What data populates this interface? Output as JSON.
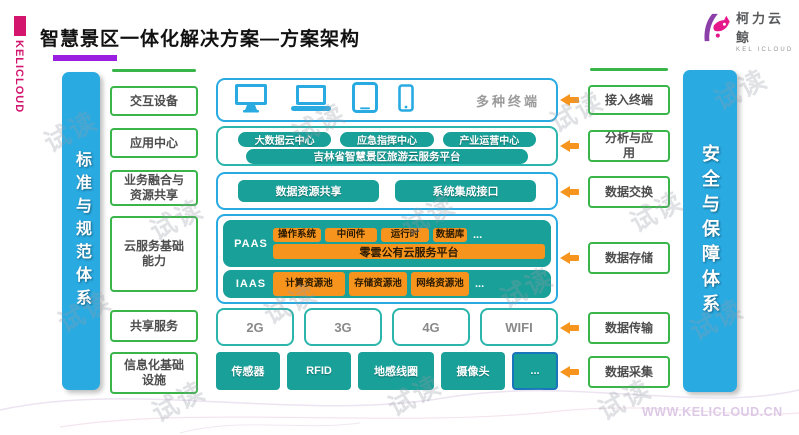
{
  "brand": {
    "vertical_text": "KELICLOUD",
    "logo_cn": "柯力云鲸",
    "logo_en": "KEL ICLOUD",
    "footer_url": "WWW.KELICLOUD.CN"
  },
  "title": "智慧景区一体化解决方案—方案架构",
  "watermark": "试读",
  "left_bar": "标准与规范体系",
  "right_bar": "安全与保障体系",
  "left_boxes": [
    "交互设备",
    "应用中心",
    "业务融合与资源共享",
    "云服务基础能力",
    "共享服务",
    "信息化基础设施"
  ],
  "right_boxes": [
    "接入终端",
    "分析与应用",
    "数据交换",
    "数据存储",
    "数据传输",
    "数据采集"
  ],
  "middle": {
    "terminals_label": "多种终端",
    "app_centers": [
      "大数据云中心",
      "应急指挥中心",
      "产业运营中心"
    ],
    "platform": "吉林省智慧景区旅游云服务平台",
    "data_services": [
      "数据资源共享",
      "系统集成接口"
    ],
    "paas": {
      "label": "PAAS",
      "items": [
        "操作系统",
        "中间件",
        "运行时",
        "数据库",
        "..."
      ],
      "platform": "零雲公有云服务平台"
    },
    "iaas": {
      "label": "IAAS",
      "items": [
        "计算资源池",
        "存储资源池",
        "网络资源池",
        "..."
      ]
    },
    "networks": [
      "2G",
      "3G",
      "4G",
      "WIFI"
    ],
    "sensors": [
      "传感器",
      "RFID",
      "地感线圈",
      "摄像头",
      "..."
    ]
  },
  "icons": {
    "terminals": [
      "desktop",
      "laptop",
      "tablet",
      "smartphone"
    ],
    "arrow": "orange-left-arrow",
    "logo": "whale-mark"
  },
  "colors": {
    "accent_magenta": "#d4156e",
    "underline_purple": "#9b1fe0",
    "bar_blue": "#29abe2",
    "teal": "#18a099",
    "teal_border": "#2bb5ad",
    "green_border": "#39b54a",
    "orange": "#f7941d",
    "sensor_more_border": "#1b75bc",
    "footer_lavender": "#ddc9e6"
  }
}
